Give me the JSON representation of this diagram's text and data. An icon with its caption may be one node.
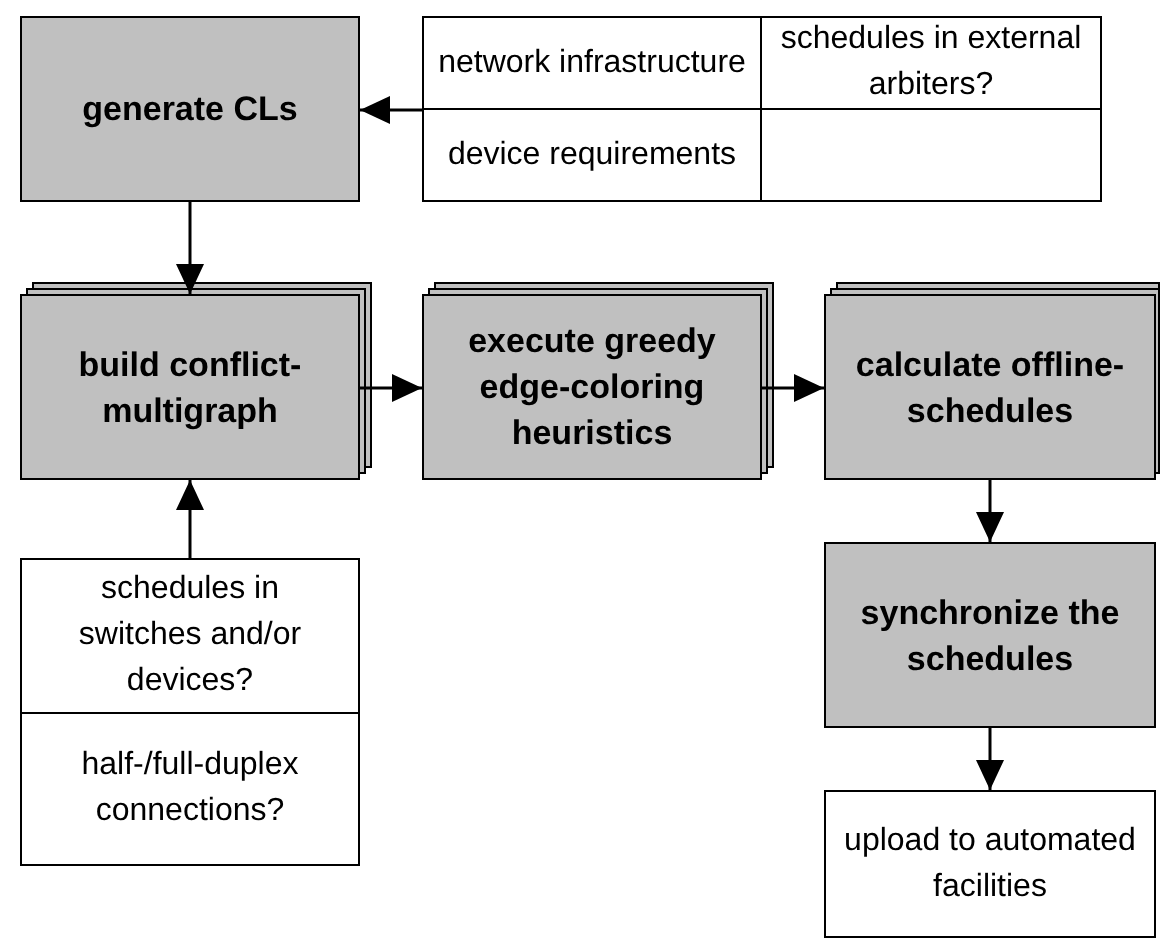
{
  "diagram": {
    "nodes": [
      {
        "text": [
          "generate CLs"
        ]
      },
      {
        "text": [
          "network infrastructure",
          "schedules in external arbiters?",
          "device requirements"
        ]
      },
      {
        "text": [
          "build conflict-multigraph"
        ]
      },
      {
        "text": [
          "execute greedy edge-coloring heuristics"
        ]
      },
      {
        "text": [
          "calculate offline-schedules"
        ]
      },
      {
        "text": [
          "schedules in switches and/or devices?",
          "half-/full-duplex connections?"
        ]
      },
      {
        "text": [
          "synchronize the schedules"
        ]
      },
      {
        "text": [
          "upload to automated facilities"
        ]
      }
    ],
    "edges": [
      {
        "from": 1,
        "to": 0,
        "arrow": "to"
      },
      {
        "from": 0,
        "to": 2,
        "arrow": "to"
      },
      {
        "from": 5,
        "to": 2,
        "arrow": "to"
      },
      {
        "from": 2,
        "to": 3,
        "arrow": "to"
      },
      {
        "from": 3,
        "to": 4,
        "arrow": "to"
      },
      {
        "from": 4,
        "to": 6,
        "arrow": "to"
      },
      {
        "from": 6,
        "to": 7,
        "arrow": "to"
      }
    ]
  }
}
